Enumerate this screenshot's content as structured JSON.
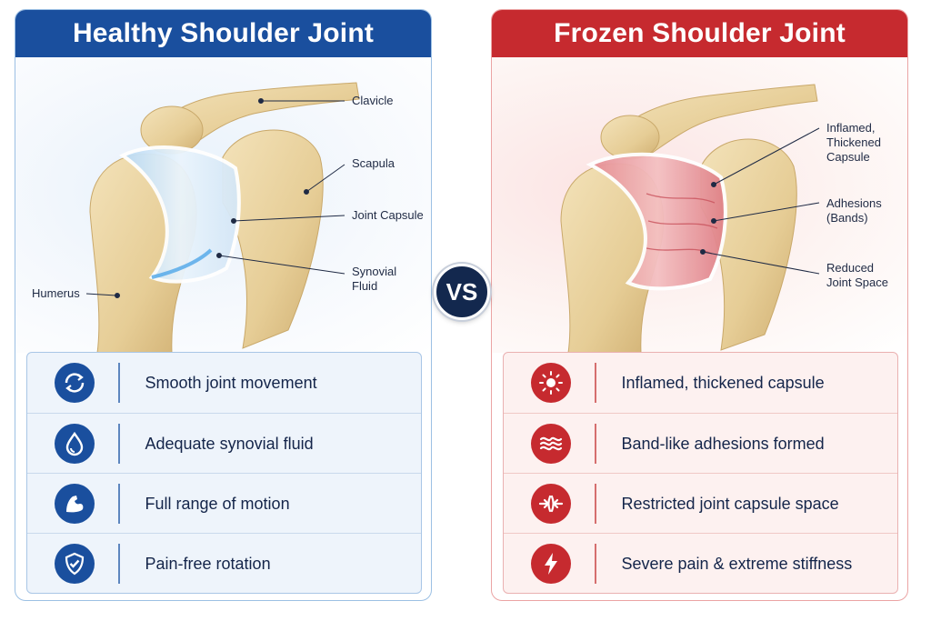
{
  "healthy": {
    "title": "Healthy Shoulder Joint",
    "labels": {
      "clavicle": "Clavicle",
      "scapula": "Scapula",
      "joint_capsule": "Joint Capsule",
      "synovial_line1": "Synovial",
      "synovial_line2": "Fluid",
      "humerus": "Humerus"
    },
    "features": [
      {
        "icon": "rotation-arrows-icon",
        "text": "Smooth joint movement"
      },
      {
        "icon": "water-drop-icon",
        "text": "Adequate synovial fluid"
      },
      {
        "icon": "flexed-arm-icon",
        "text": "Full range of motion"
      },
      {
        "icon": "shield-check-icon",
        "text": "Pain-free rotation"
      }
    ]
  },
  "vs_label": "VS",
  "frozen": {
    "title": "Frozen Shoulder Joint",
    "labels": {
      "inflamed_line1": "Inflamed,",
      "inflamed_line2": "Thickened",
      "inflamed_line3": "Capsule",
      "adhesions_line1": "Adhesions",
      "adhesions_line2": "(Bands)",
      "reduced_line1": "Reduced",
      "reduced_line2": "Joint Space"
    },
    "features": [
      {
        "icon": "inflammation-burst-icon",
        "text": "Inflamed, thickened capsule"
      },
      {
        "icon": "wavy-bands-icon",
        "text": "Band-like adhesions formed"
      },
      {
        "icon": "compression-arrows-icon",
        "text": "Restricted joint capsule space"
      },
      {
        "icon": "lightning-bolt-icon",
        "text": "Severe pain & extreme stiffness"
      }
    ]
  },
  "colors": {
    "healthy_accent": "#1a4f9e",
    "frozen_accent": "#c62a2f",
    "bone": "#e9d3a1",
    "vs_badge": "#13284e"
  }
}
